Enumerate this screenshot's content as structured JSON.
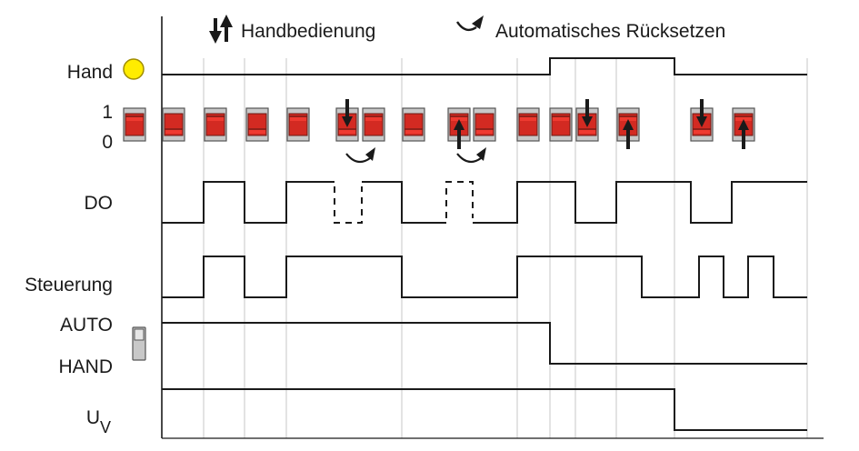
{
  "legend": {
    "manual_label": "Handbedienung",
    "manual_icon": "up-down-arrows-icon",
    "auto_reset_label": "Automatisches Rücksetzen",
    "auto_reset_icon": "curved-arrow-icon"
  },
  "rows": {
    "hand": {
      "label": "Hand",
      "indicator_color": "#ffec00",
      "indicator_icon": "led-indicator-icon"
    },
    "switch_high": "1",
    "switch_low": "0",
    "do": {
      "label": "DO"
    },
    "steuerung": {
      "label": "Steuerung"
    },
    "auto": {
      "label": "AUTO"
    },
    "hand_mode": {
      "label": "HAND",
      "icon": "slide-switch-icon"
    },
    "uv": {
      "label": "U",
      "subscript": "V"
    }
  },
  "colors": {
    "switch_red": "#d32a22",
    "switch_gray": "#c8c8c8",
    "line": "#1a1a1a",
    "grid": "#d0d0d0"
  },
  "chart_data": {
    "type": "timing-diagram",
    "time_markers": [
      0,
      1,
      2,
      3,
      6,
      9,
      10,
      11,
      12,
      14,
      18
    ],
    "signals": [
      {
        "name": "Hand",
        "transitions": [
          [
            0,
            0
          ],
          [
            10,
            1
          ],
          [
            14,
            0
          ]
        ]
      },
      {
        "name": "DO",
        "transitions": [
          [
            0,
            0
          ],
          [
            1,
            1
          ],
          [
            2,
            0
          ],
          [
            3,
            1
          ],
          [
            4.2,
            "dashed-0"
          ],
          [
            4.9,
            1
          ],
          [
            6,
            0
          ],
          [
            7.1,
            "dashed-1"
          ],
          [
            7.8,
            0
          ],
          [
            9,
            1
          ],
          [
            11,
            0
          ],
          [
            12,
            1
          ],
          [
            14.4,
            0
          ],
          [
            15.4,
            1
          ]
        ]
      },
      {
        "name": "Steuerung",
        "transitions": [
          [
            0,
            0
          ],
          [
            1,
            1
          ],
          [
            2,
            0
          ],
          [
            3,
            1
          ],
          [
            6,
            0
          ],
          [
            9,
            1
          ],
          [
            12.6,
            0
          ],
          [
            14.6,
            1
          ],
          [
            15.2,
            0
          ],
          [
            15.8,
            1
          ],
          [
            16.4,
            0
          ]
        ]
      },
      {
        "name": "AUTO/HAND",
        "transitions": [
          [
            0,
            "AUTO"
          ],
          [
            10,
            "HAND"
          ]
        ]
      },
      {
        "name": "U_V",
        "transitions": [
          [
            0,
            1
          ],
          [
            14,
            0
          ]
        ]
      }
    ],
    "switch_states": [
      {
        "pos": 1,
        "action": "none"
      },
      {
        "pos": 0,
        "action": "none"
      },
      {
        "pos": 1,
        "action": "none"
      },
      {
        "pos": 0,
        "action": "none"
      },
      {
        "pos": 1,
        "action": "none"
      },
      {
        "pos": 0,
        "action": "press-down"
      },
      {
        "pos": 1,
        "action": "auto-reset"
      },
      {
        "pos": 0,
        "action": "none"
      },
      {
        "pos": 1,
        "action": "press-up"
      },
      {
        "pos": 0,
        "action": "auto-reset"
      },
      {
        "pos": 1,
        "action": "none"
      },
      {
        "pos": 1,
        "action": "none"
      },
      {
        "pos": 0,
        "action": "press-down"
      },
      {
        "pos": 1,
        "action": "press-up"
      },
      {
        "pos": 0,
        "action": "press-down"
      },
      {
        "pos": 1,
        "action": "press-up"
      }
    ]
  }
}
